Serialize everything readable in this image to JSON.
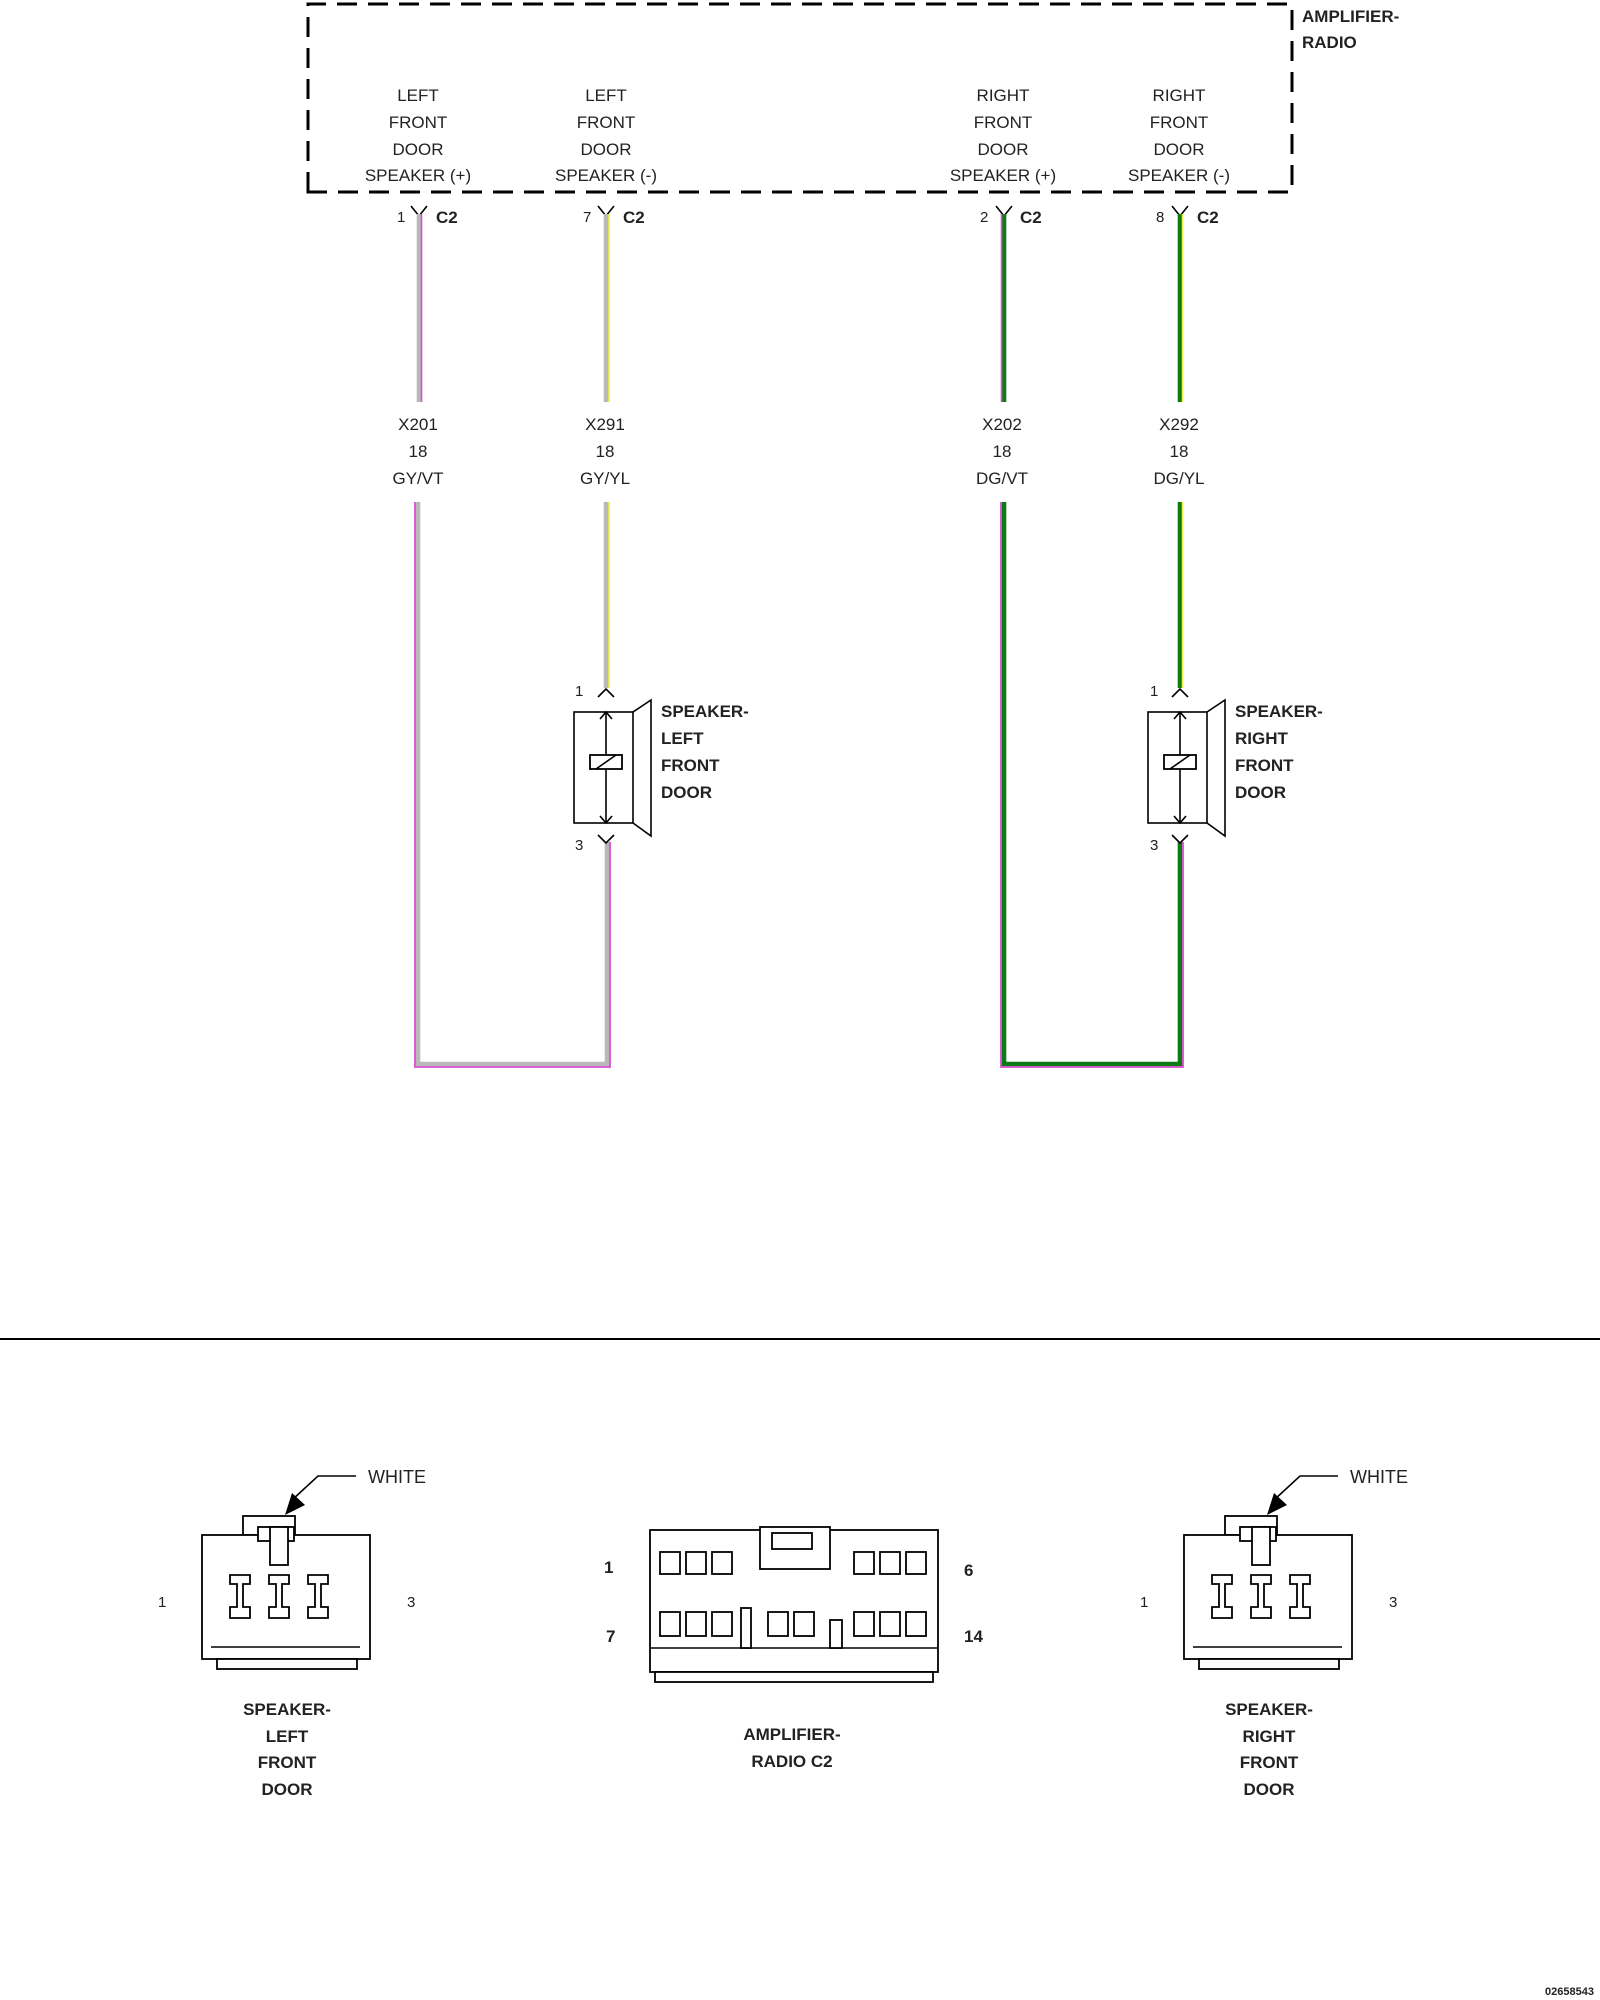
{
  "module": {
    "name_lines": [
      "AMPLIFIER-",
      "RADIO"
    ],
    "connector": "C2"
  },
  "terminals": [
    {
      "pin": "1",
      "lines": [
        "LEFT",
        "FRONT",
        "DOOR",
        "SPEAKER (+)"
      ]
    },
    {
      "pin": "7",
      "lines": [
        "LEFT",
        "FRONT",
        "DOOR",
        "SPEAKER (-)"
      ]
    },
    {
      "pin": "2",
      "lines": [
        "RIGHT",
        "FRONT",
        "DOOR",
        "SPEAKER (+)"
      ]
    },
    {
      "pin": "8",
      "lines": [
        "RIGHT",
        "FRONT",
        "DOOR",
        "SPEAKER (-)"
      ]
    }
  ],
  "circuits": [
    {
      "id": "X201",
      "gauge": "18",
      "color_code": "GY/VT",
      "base": "#b9b9b9",
      "stripe": "#d94fd0"
    },
    {
      "id": "X291",
      "gauge": "18",
      "color_code": "GY/YL",
      "base": "#b9b9b9",
      "stripe": "#ecec3a"
    },
    {
      "id": "X202",
      "gauge": "18",
      "color_code": "DG/VT",
      "base": "#0e7a16",
      "stripe": "#d94fd0"
    },
    {
      "id": "X292",
      "gauge": "18",
      "color_code": "DG/YL",
      "base": "#0e7a16",
      "stripe": "#ecec3a"
    }
  ],
  "speakers": [
    {
      "label_lines": [
        "SPEAKER-",
        "LEFT",
        "FRONT",
        "DOOR"
      ],
      "pin_top": "1",
      "pin_bottom": "3"
    },
    {
      "label_lines": [
        "SPEAKER-",
        "RIGHT",
        "FRONT",
        "DOOR"
      ],
      "pin_top": "1",
      "pin_bottom": "3"
    }
  ],
  "connector_views": [
    {
      "callout": "WHITE",
      "pin_left": "1",
      "pin_right": "3",
      "label_lines": [
        "SPEAKER-",
        "LEFT",
        "FRONT",
        "DOOR"
      ]
    },
    {
      "pin_tl": "1",
      "pin_tr": "6",
      "pin_bl": "7",
      "pin_br": "14",
      "label_lines": [
        "AMPLIFIER-",
        "RADIO C2"
      ]
    },
    {
      "callout": "WHITE",
      "pin_left": "1",
      "pin_right": "3",
      "label_lines": [
        "SPEAKER-",
        "RIGHT",
        "FRONT",
        "DOOR"
      ]
    }
  ],
  "figure_id": "02658543"
}
